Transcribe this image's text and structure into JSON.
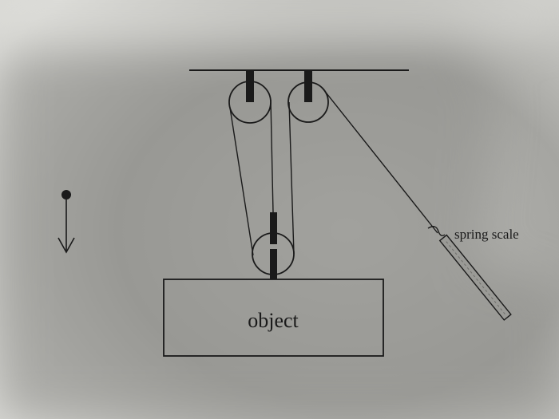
{
  "diagram": {
    "object_label": "object",
    "spring_scale_label": "spring scale",
    "gravity_indicator": "down-arrow-icon",
    "pulley_count": 3,
    "colors": {
      "ink": "#1a1a1a",
      "paper": "#d8d8d4",
      "shadow": "#8f8f8b",
      "spring_scale_body": "#9a9a96"
    }
  }
}
